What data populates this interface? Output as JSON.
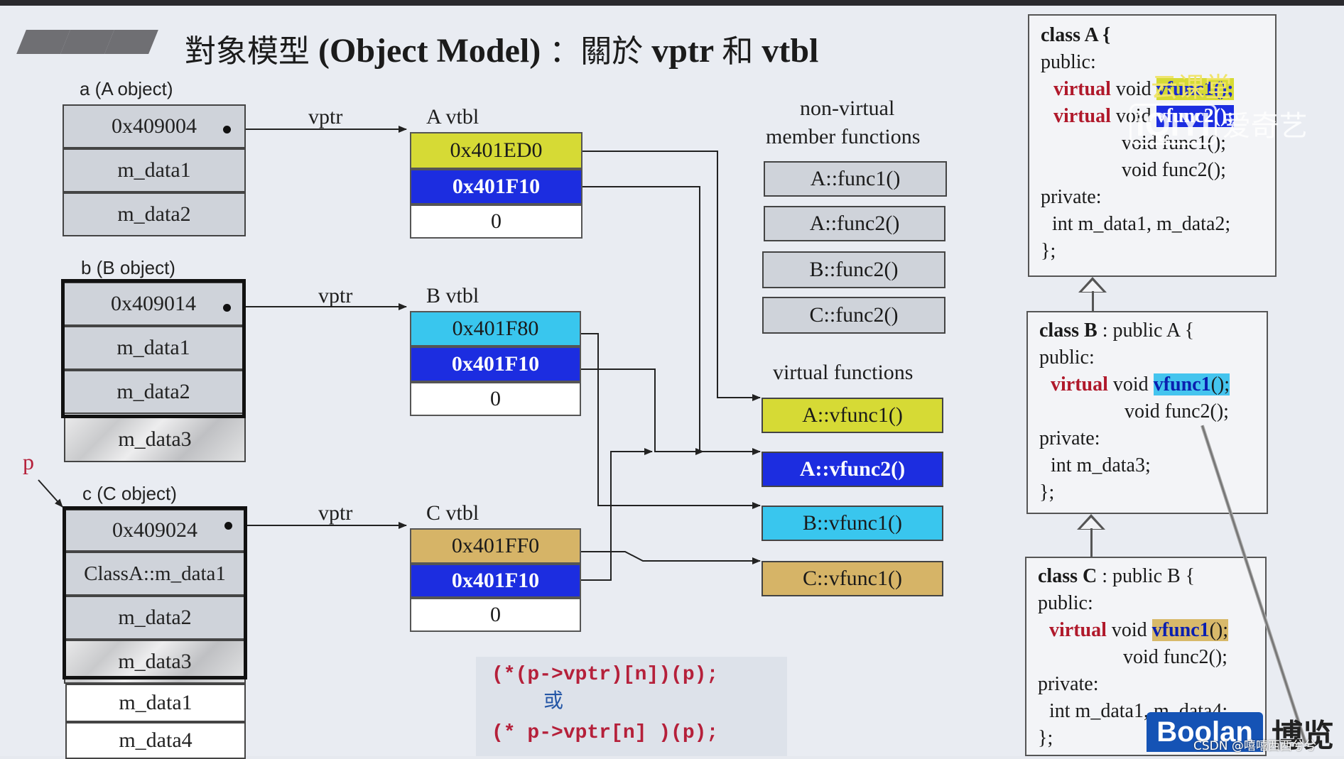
{
  "title": {
    "cjk1": "對象模型",
    "en": "(Object Model)",
    "colon": "：",
    "cjk2": "關於",
    "vptr": "vptr",
    "and": "和",
    "vtbl": "vtbl"
  },
  "objects": {
    "a": {
      "label": "a (A object)",
      "cells": [
        "0x409004",
        "m_data1",
        "m_data2"
      ]
    },
    "b": {
      "label": "b (B object)",
      "cells": [
        "0x409014",
        "m_data1",
        "m_data2",
        "m_data3"
      ]
    },
    "c": {
      "label": "c (C object)",
      "cells": [
        "0x409024",
        "ClassA::m_data1",
        "m_data2",
        "m_data3",
        "m_data1",
        "m_data4"
      ]
    }
  },
  "pointer_p": "p",
  "vptr_label": "vptr",
  "vtbls": {
    "a": {
      "label": "A vtbl",
      "entries": [
        "0x401ED0",
        "0x401F10",
        "0"
      ]
    },
    "b": {
      "label": "B vtbl",
      "entries": [
        "0x401F80",
        "0x401F10",
        "0"
      ]
    },
    "c": {
      "label": "C vtbl",
      "entries": [
        "0x401FF0",
        "0x401F10",
        "0"
      ]
    }
  },
  "nonvirtual": {
    "heading1": "non-virtual",
    "heading2": "member functions",
    "items": [
      "A::func1()",
      "A::func2()",
      "B::func2()",
      "C::func2()"
    ]
  },
  "virtual": {
    "heading": "virtual functions",
    "items": [
      "A::vfunc1()",
      "A::vfunc2()",
      "B::vfunc1()",
      "C::vfunc1()"
    ]
  },
  "code": {
    "line1": "(*(p->vptr)[n])(p);",
    "or": "或",
    "line2": "(* p->vptr[n] )(p);"
  },
  "classA": {
    "l1": "class A {",
    "l2": "public:",
    "kw": "virtual",
    "void": "void",
    "f1": "vfunc1();",
    "f2": "vfunc2();",
    "n1": "void  func1();",
    "n2": "void  func2();",
    "priv": "private:",
    "m": "int m_data1, m_data2;",
    "end": "};"
  },
  "classB": {
    "cls": "class B",
    "base": ": public A {",
    "l2": "public:",
    "kw": "virtual",
    "void": "void",
    "vf": "vfunc1",
    "tail": "();",
    "n2": "void  func2();",
    "priv": "private:",
    "m": "int m_data3;",
    "end": "};"
  },
  "classC": {
    "cls": "class C",
    "base": ": public B {",
    "l2": "public:",
    "kw": "virtual",
    "void": "void",
    "vf": "vfunc1",
    "tail": "();",
    "n2": "void  func2();",
    "priv": "private:",
    "m": "int m_data1, m_data4;",
    "end": "};"
  },
  "watermarks": {
    "iqiyi_logo": "iQIYI",
    "iqiyi": "爱奇艺",
    "ketang": "云课堂",
    "boolan": "Boolan",
    "bolan": "博览",
    "csdn": "CSDN @嘻嘻西西兮兮"
  },
  "colors": {
    "yellow": "#d6da35",
    "blue": "#1c2de0",
    "cyan": "#39c6ee",
    "gold": "#d6b467"
  }
}
